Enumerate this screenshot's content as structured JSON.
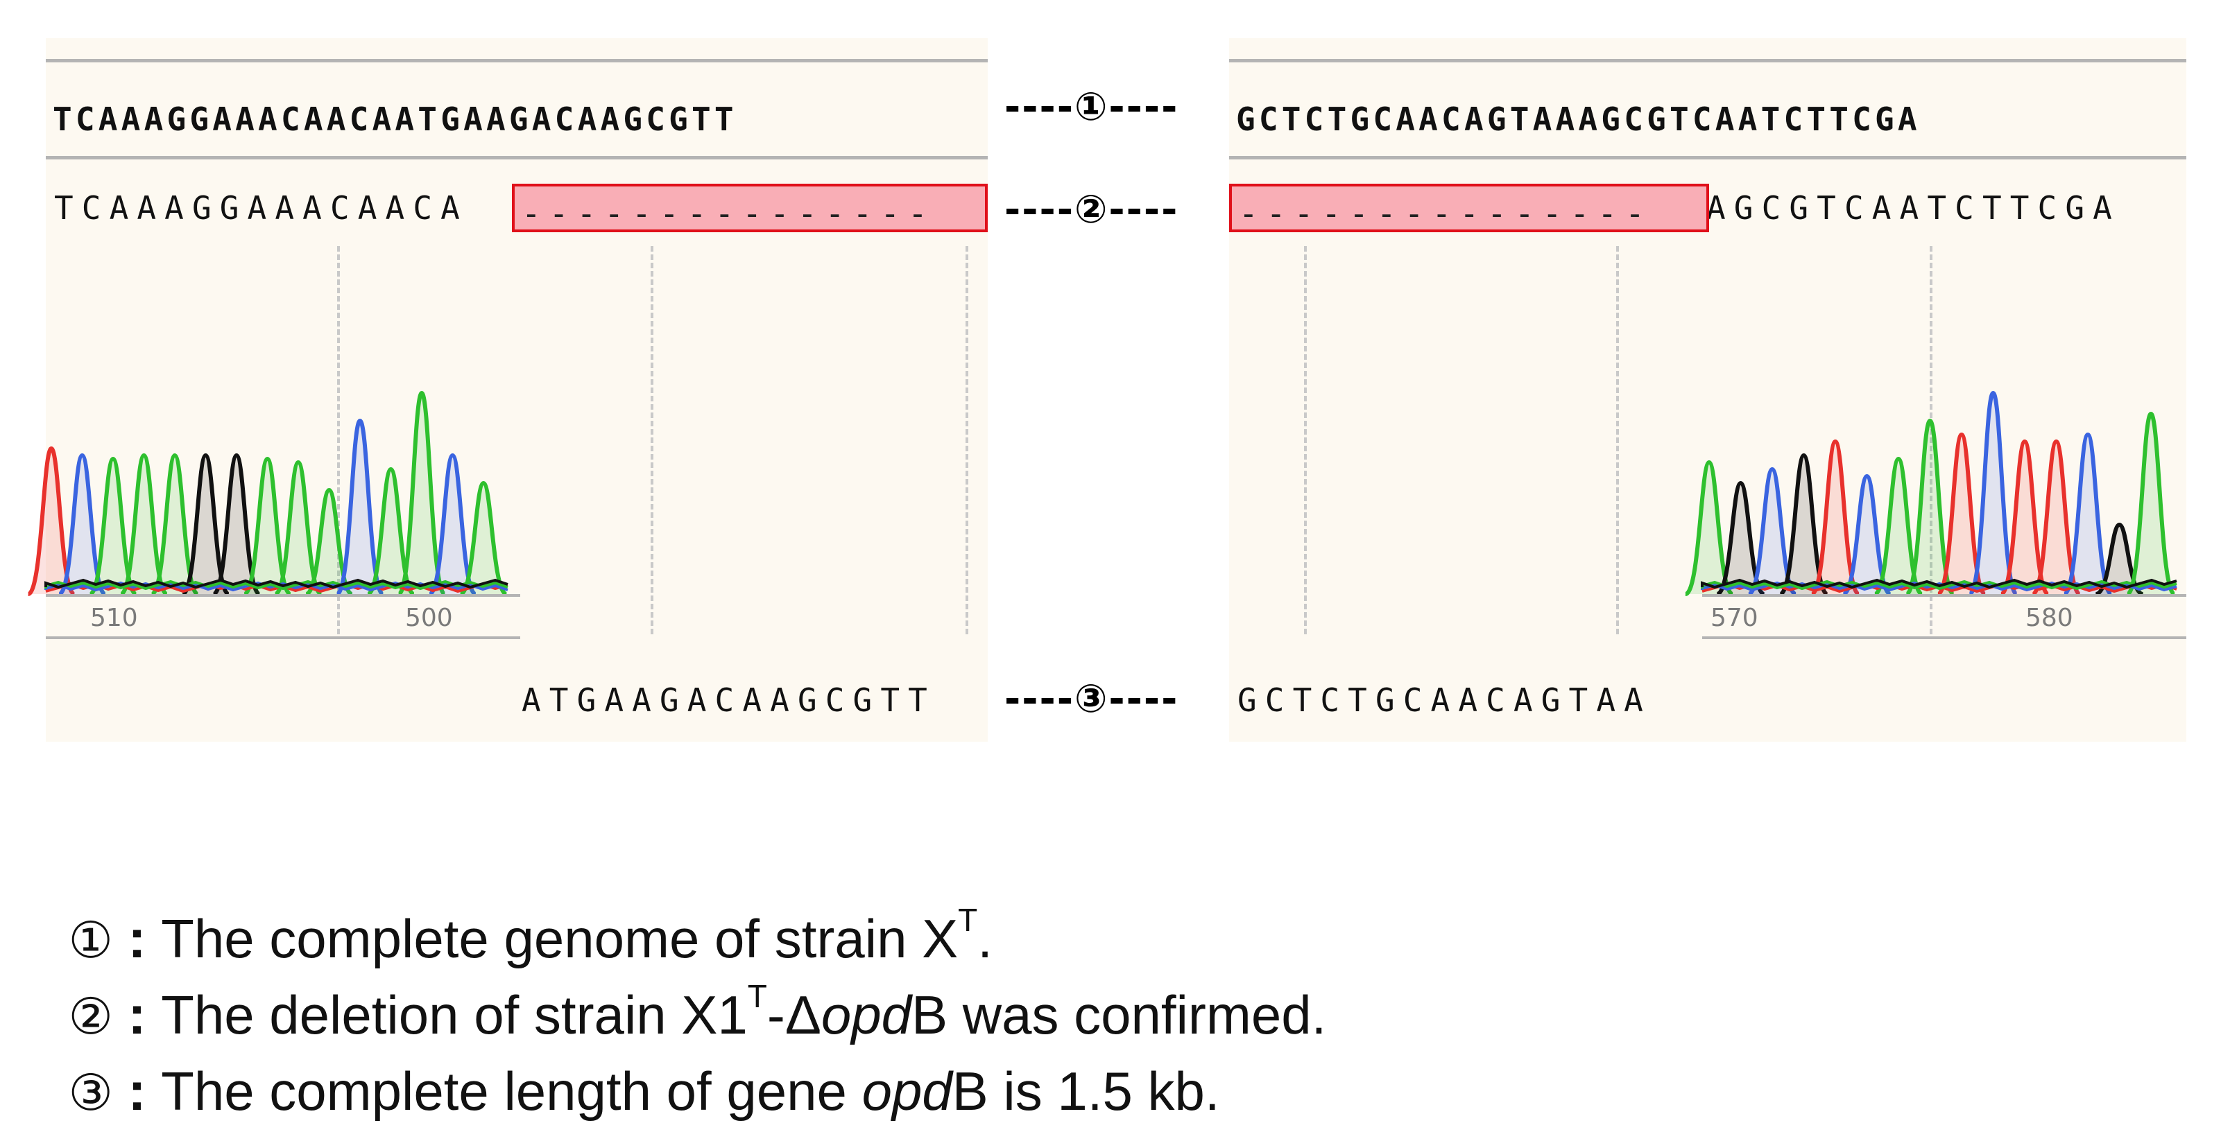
{
  "reference": {
    "left_seq": "TCAAAGGAAACAACAATGAAGACAAGCGTT",
    "right_seq": "GCTCTGCAACAGTAAAGCGTCAATCTTCGA"
  },
  "deletion": {
    "left_seq": "TCAAAGGAAACAACA",
    "left_gap": "---------------",
    "right_gap": "---------------",
    "right_seq": "AGCGTCAATCTTCGA"
  },
  "gene": {
    "left_seq": "ATGAAGACAAGCGTT",
    "right_seq": "GCTCTGCAACAGTAA"
  },
  "connectors": {
    "c1": "----①----",
    "c2": "----②----",
    "c3": "----③----"
  },
  "ticks": {
    "left": [
      "510",
      "500"
    ],
    "right": [
      "570",
      "580"
    ]
  },
  "legend": {
    "item1": {
      "num": "①",
      "sep": " : ",
      "text": "The complete genome of strain X",
      "sup": "T",
      "tail": "."
    },
    "item2": {
      "num": "②",
      "sep": " : ",
      "text": "The deletion of strain X1",
      "sup": "T",
      "mid": "-Δ",
      "italic": "opd",
      "tail": "B was confirmed."
    },
    "item3": {
      "num": "③",
      "sep": " : ",
      "text": "The complete length of gene ",
      "italic": "opd",
      "tail": "B is 1.5 kb."
    }
  },
  "trace_colors": {
    "A": "#2ec02e",
    "C": "#3a64e0",
    "G": "#111111",
    "T": "#e8312c"
  }
}
